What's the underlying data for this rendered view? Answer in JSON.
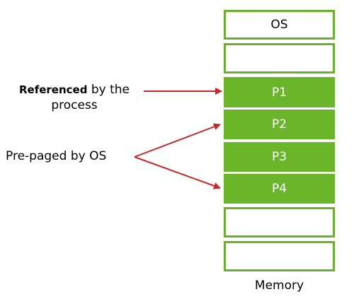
{
  "memory": {
    "blocks": [
      {
        "label": "OS",
        "filled": false
      },
      {
        "label": "",
        "filled": false
      },
      {
        "label": "P1",
        "filled": true
      },
      {
        "label": "P2",
        "filled": true
      },
      {
        "label": "P3",
        "filled": true
      },
      {
        "label": "P4",
        "filled": true
      },
      {
        "label": "",
        "filled": false
      },
      {
        "label": "",
        "filled": false
      }
    ],
    "caption": "Memory",
    "border_color": "#6aaf2d",
    "fill_color": "#6ab52a"
  },
  "labels": {
    "referenced_bold": "Referenced",
    "referenced_rest": " by the",
    "referenced_line2": "process",
    "prepaged": "Pre-paged by OS"
  },
  "arrows": {
    "color": "#c62828"
  }
}
